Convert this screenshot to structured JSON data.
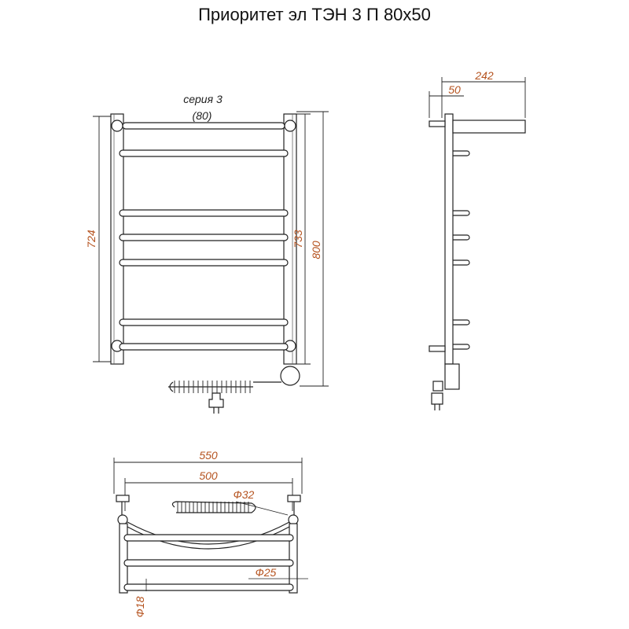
{
  "title": "Приоритет эл ТЭН 3 П 80х50",
  "front_view": {
    "series_label": "серия 3",
    "series_value": "(80)",
    "dims": {
      "height_inner": "724",
      "height_mid": "733",
      "height_total": "800"
    }
  },
  "side_view": {
    "dims": {
      "depth_total": "242",
      "depth_mount": "50"
    }
  },
  "top_view": {
    "dims": {
      "width_total": "550",
      "width_axis": "500",
      "heater_diameter": "Ф32",
      "pipe_diameter": "Ф25",
      "rung_diameter": "Ф18"
    }
  },
  "colors": {
    "dimension_text": "#b5531f",
    "line": "#222222"
  }
}
